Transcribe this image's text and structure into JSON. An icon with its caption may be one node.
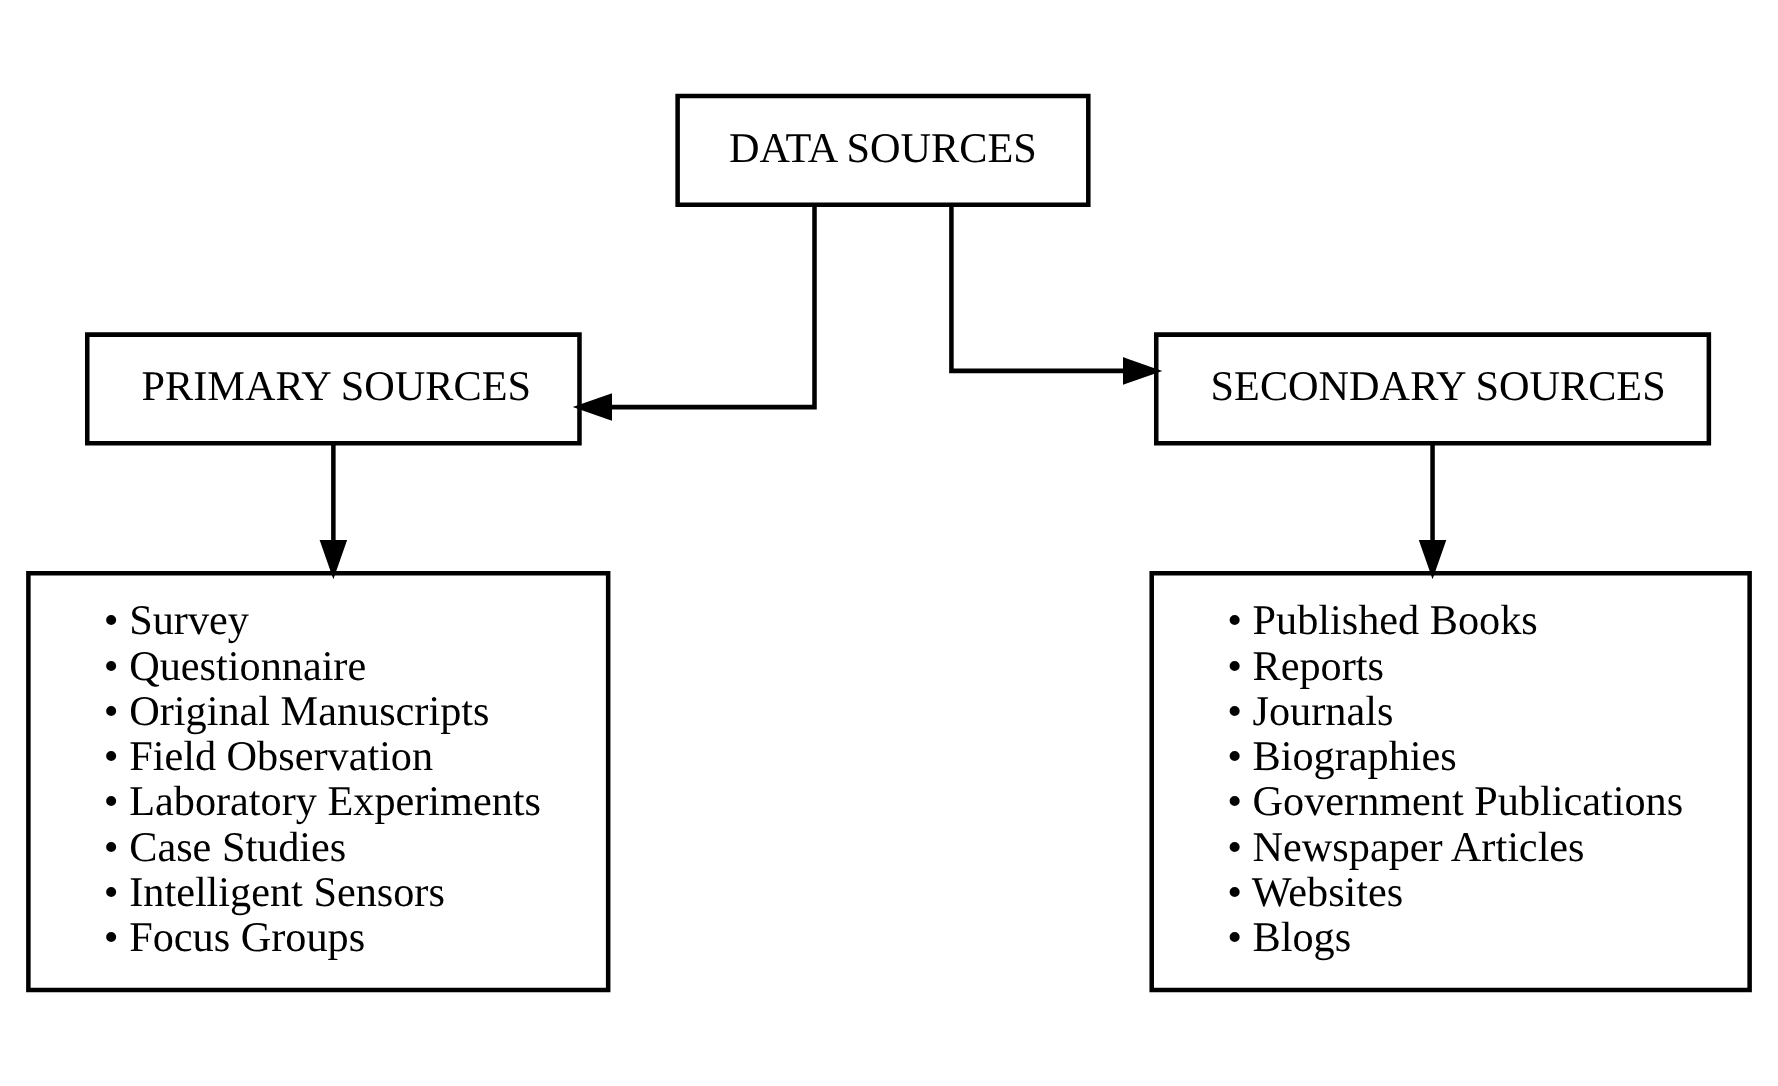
{
  "diagram": {
    "nodes": [
      {
        "text": [
          "DATA SOURCES"
        ]
      },
      {
        "text": [
          "PRIMARY SOURCES"
        ]
      },
      {
        "text": [
          "SECONDARY SOURCES"
        ]
      },
      {
        "text": [
          "• Survey",
          "• Questionnaire",
          "• Original Manuscripts",
          "• Field Observation",
          "• Laboratory Experiments",
          "• Case Studies",
          "• Intelligent Sensors",
          "• Focus Groups"
        ]
      },
      {
        "text": [
          "• Published Books",
          "• Reports",
          "• Journals",
          "• Biographies",
          "• Government Publications",
          "• Newspaper Articles",
          "• Websites",
          "• Blogs"
        ]
      }
    ],
    "edges": [
      {
        "from": 0,
        "to": 1,
        "arrow": "to"
      },
      {
        "from": 0,
        "to": 2,
        "arrow": "to"
      },
      {
        "from": 1,
        "to": 3,
        "arrow": "to"
      },
      {
        "from": 2,
        "to": 4,
        "arrow": "to"
      }
    ]
  }
}
